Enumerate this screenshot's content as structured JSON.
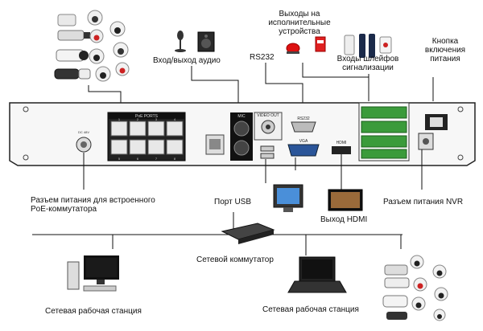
{
  "labels": {
    "output_devices": "Выходы на исполнительные устройства",
    "audio_io": "Вход/выход аудио",
    "rs232": "RS232",
    "alarm_inputs": "Входы шлейфов сигнализации",
    "power_button": "Кнопка включения питания",
    "poe_power_jack": "Разъем питания для встроенного PoE-коммутатора",
    "usb_port": "Порт USB",
    "nvr_power_jack": "Разъем питания NVR",
    "hdmi_output": "Выход HDMI",
    "network_switch": "Сетевой коммутатор",
    "workstation_left": "Сетевая рабочая станция",
    "workstation_right": "Сетевая рабочая станция"
  },
  "panel": {
    "poe_ports_label": "PoE PORTS",
    "mic_label": "MIC",
    "video_out_label": "VIDEO OUT",
    "rs232_label": "RS232",
    "vga_label": "VGA",
    "hdmi_label": "HDMI",
    "dc_label": "DC 48V",
    "poe_port_numbers_top": [
      "1",
      "2",
      "3",
      "4"
    ],
    "poe_port_numbers_bottom": [
      "5",
      "6",
      "7",
      "8"
    ]
  }
}
